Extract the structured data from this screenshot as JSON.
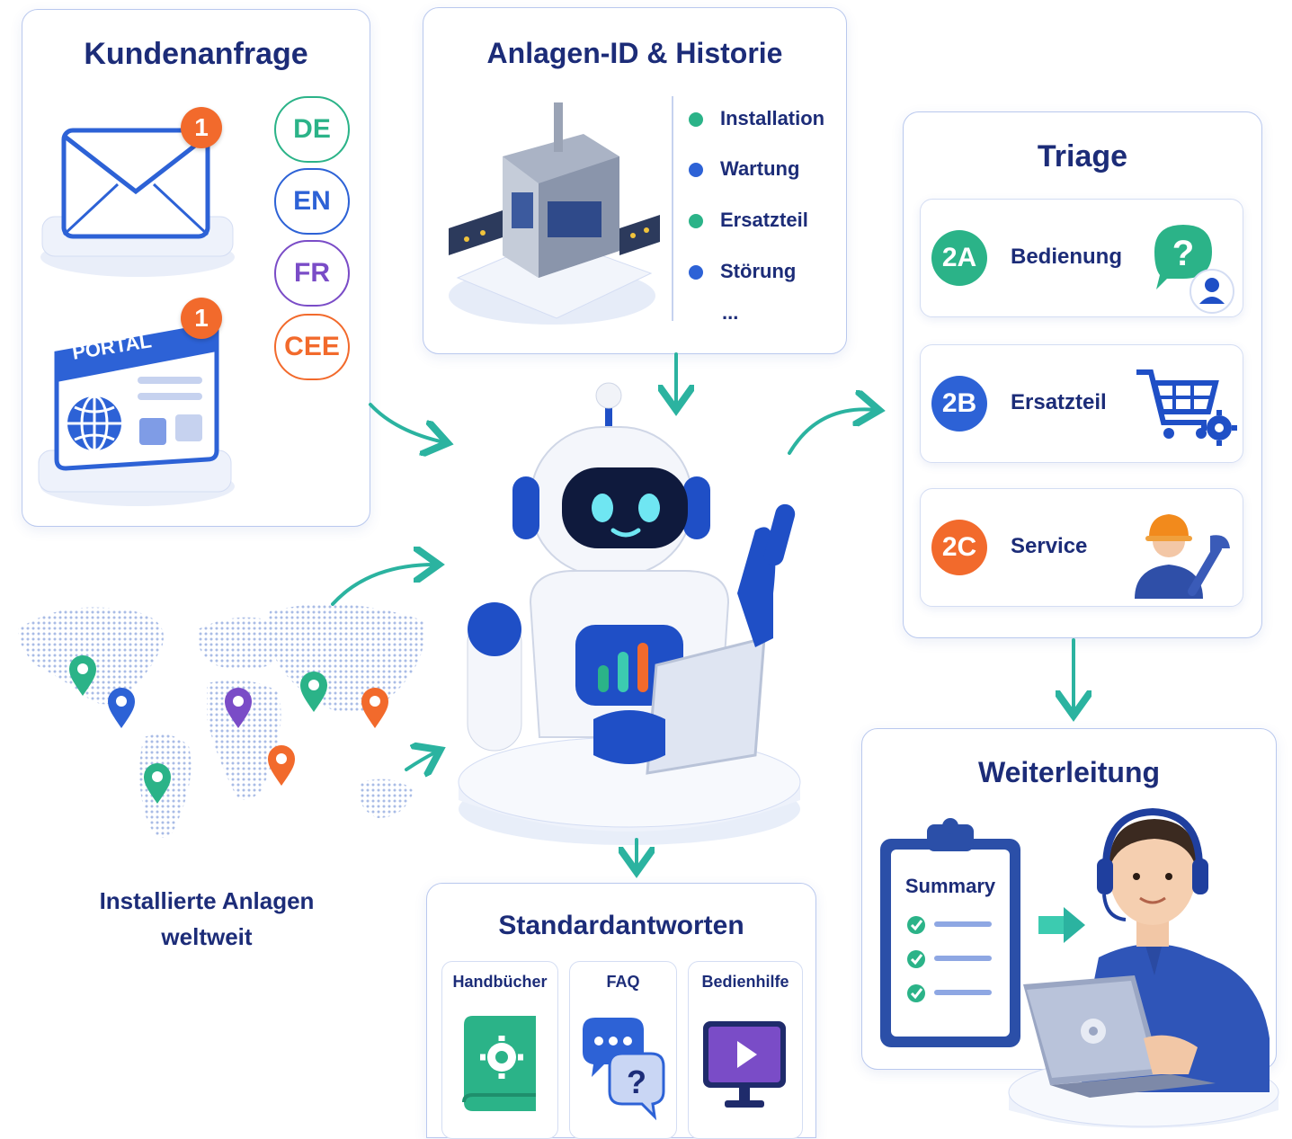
{
  "inquiry": {
    "title": "Kundenanfrage",
    "email_badge": "1",
    "portal_badge": "1",
    "portal_label": "PORTAL",
    "languages": [
      {
        "code": "DE",
        "color": "#2bb388"
      },
      {
        "code": "EN",
        "color": "#2d62d6"
      },
      {
        "code": "FR",
        "color": "#7a4cc7"
      },
      {
        "code": "CEE",
        "color": "#f26a2c"
      }
    ]
  },
  "history": {
    "title": "Anlagen-ID & Historie",
    "timeline": [
      {
        "label": "Installation",
        "color": "#2bb388"
      },
      {
        "label": "Wartung",
        "color": "#2d62d6"
      },
      {
        "label": "Ersatzteil",
        "color": "#2bb388"
      },
      {
        "label": "Störung",
        "color": "#2d62d6"
      },
      {
        "label": "...",
        "color": ""
      }
    ]
  },
  "triage": {
    "title": "Triage",
    "items": [
      {
        "num": "2A",
        "label": "Bedienung",
        "color": "#2bb388",
        "icon": "question-bubble-icon"
      },
      {
        "num": "2B",
        "label": "Ersatzteil",
        "color": "#2d62d6",
        "icon": "cart-gear-icon"
      },
      {
        "num": "2C",
        "label": "Service",
        "color": "#f26a2c",
        "icon": "technician-icon"
      }
    ]
  },
  "worldmap": {
    "caption_line1": "Installierte Anlagen",
    "caption_line2": "weltweit"
  },
  "standard": {
    "title": "Standardantworten",
    "items": [
      {
        "label": "Handbücher",
        "icon": "manual-book-icon"
      },
      {
        "label": "FAQ",
        "icon": "faq-bubbles-icon"
      },
      {
        "label": "Bedienhilfe",
        "icon": "video-help-icon"
      }
    ]
  },
  "forward": {
    "title": "Weiterleitung",
    "summary_label": "Summary"
  },
  "colors": {
    "accent_teal": "#2bb3a0",
    "navy": "#1c2c78",
    "blue": "#2d62d6",
    "orange": "#f26a2c",
    "green": "#2bb388",
    "purple": "#7a4cc7"
  }
}
